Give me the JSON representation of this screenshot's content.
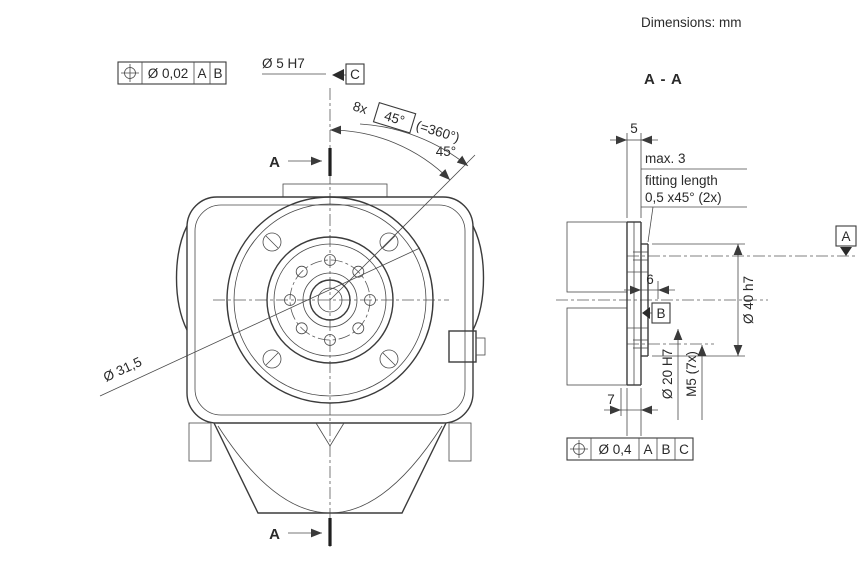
{
  "header": {
    "dimensions_note": "Dimensions: mm"
  },
  "colors": {
    "line": "#3b3b3b",
    "text": "#2a2a2a",
    "background": "#ffffff"
  },
  "icons": {
    "position_tolerance": "⌖"
  },
  "front_view": {
    "fcf": {
      "tolerance": "Ø 0,02",
      "datum1": "A",
      "datum2": "B"
    },
    "pin_callout": "Ø 5 H7",
    "datum_c": "C",
    "pattern": {
      "prefix": "8x",
      "angle": "45°",
      "suffix": "(=360°)"
    },
    "angle_dim": "45°",
    "section_label_top": "A",
    "section_label_bottom": "A",
    "bolt_circle": "Ø 31,5"
  },
  "section_view": {
    "title": "A - A",
    "dim_plate": "5",
    "thread_note_line1": "max. 3",
    "thread_note_line2": "fitting length",
    "chamfer_note": "0,5 x45° (2x)",
    "datum_a": "A",
    "dim_spigot": "6",
    "datum_b": "B",
    "dia_spigot": "Ø 40 h7",
    "dia_bore": "Ø 20 H7",
    "thread": "M5 (7x)",
    "dim_depth": "7",
    "fcf": {
      "tolerance": "Ø 0,4",
      "datum1": "A",
      "datum2": "B",
      "datum3": "C"
    }
  }
}
